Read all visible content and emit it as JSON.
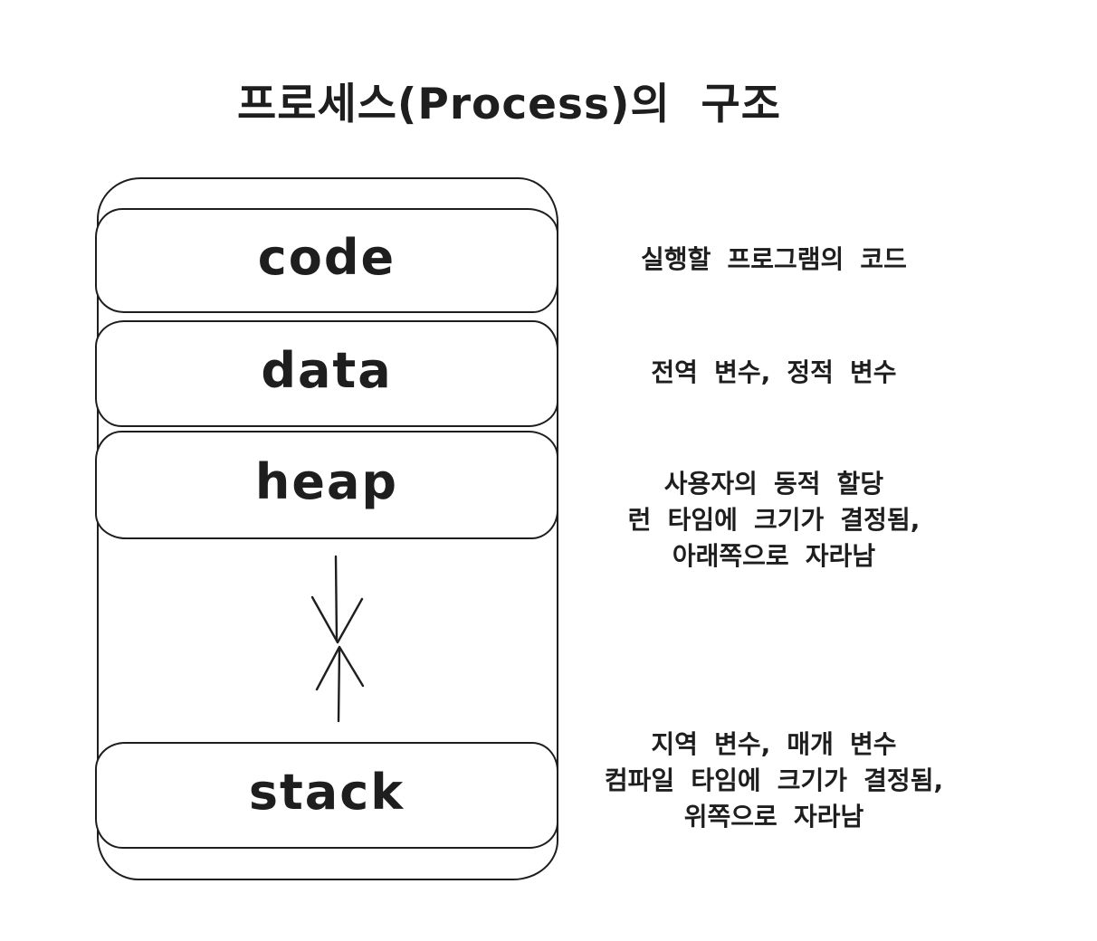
{
  "page": {
    "background_color": "#ffffff",
    "ink_color": "#1e1e1e"
  },
  "title": "프로세스(Process)의 구조",
  "diagram": {
    "container": "process-memory-layout",
    "segments": [
      {
        "id": "code",
        "label": "code",
        "note_lines": [
          "실행할 프로그램의 코드"
        ]
      },
      {
        "id": "data",
        "label": "data",
        "note_lines": [
          "전역 변수, 정적 변수"
        ]
      },
      {
        "id": "heap",
        "label": "heap",
        "note_lines": [
          "사용자의 동적 할당",
          "런 타임에 크기가 결정됨,",
          "아래쪽으로 자라남"
        ]
      },
      {
        "id": "stack",
        "label": "stack",
        "note_lines": [
          "지역 변수, 매개 변수",
          "컴파일 타임에 크기가 결정됨,",
          "위쪽으로 자라남"
        ]
      }
    ],
    "arrows": [
      {
        "name": "heap-grow-down-arrow",
        "direction": "down",
        "meaning": "heap grows downward"
      },
      {
        "name": "stack-grow-up-arrow",
        "direction": "up",
        "meaning": "stack grows upward"
      }
    ]
  }
}
